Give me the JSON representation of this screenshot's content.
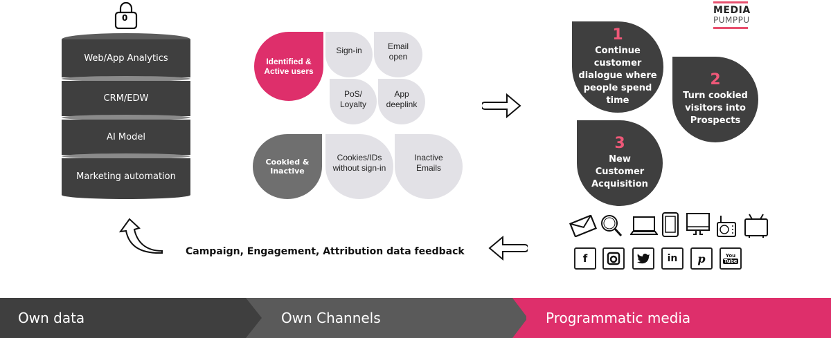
{
  "database": {
    "lock_label": "0",
    "layers": [
      "Web/App Analytics",
      "CRM/EDW",
      "AI Model",
      "Marketing automation"
    ]
  },
  "segments": {
    "identified": {
      "label": "Identified & Active users",
      "items": [
        "Sign-in",
        "Email open",
        "PoS/ Loyalty",
        "App deeplink"
      ]
    },
    "cookied": {
      "label": "Cookied & Inactive",
      "items": [
        "Cookies/IDs without sign-in",
        "Inactive Emails"
      ]
    }
  },
  "goals": [
    {
      "number": "1",
      "text": "Continue customer dialogue where people spend time"
    },
    {
      "number": "2",
      "text": "Turn cookied visitors into Prospects"
    },
    {
      "number": "3",
      "text": "New Customer Acquisition"
    }
  ],
  "channel_icons": [
    "email-icon",
    "search-icon",
    "laptop-icon",
    "tablet-icon",
    "desktop-icon",
    "radio-icon",
    "tv-icon"
  ],
  "social_icons": [
    {
      "name": "facebook-icon",
      "glyph": "f"
    },
    {
      "name": "instagram-icon",
      "glyph": "◙"
    },
    {
      "name": "twitter-icon",
      "glyph": "🐦"
    },
    {
      "name": "linkedin-icon",
      "glyph": "in"
    },
    {
      "name": "pinterest-icon",
      "glyph": "p"
    },
    {
      "name": "youtube-icon",
      "glyph": "You Tube"
    }
  ],
  "feedback_label": "Campaign, Engagement, Attribution data feedback",
  "logo": {
    "line1": "MEDIA",
    "line2": "PUMPPU"
  },
  "stages": [
    "Own data",
    "Own Channels",
    "Programmatic media"
  ],
  "colors": {
    "accent": "#de2f6b",
    "dark": "#3f3f3f",
    "mid": "#5a5a5a",
    "light": "#e2e1e6"
  }
}
